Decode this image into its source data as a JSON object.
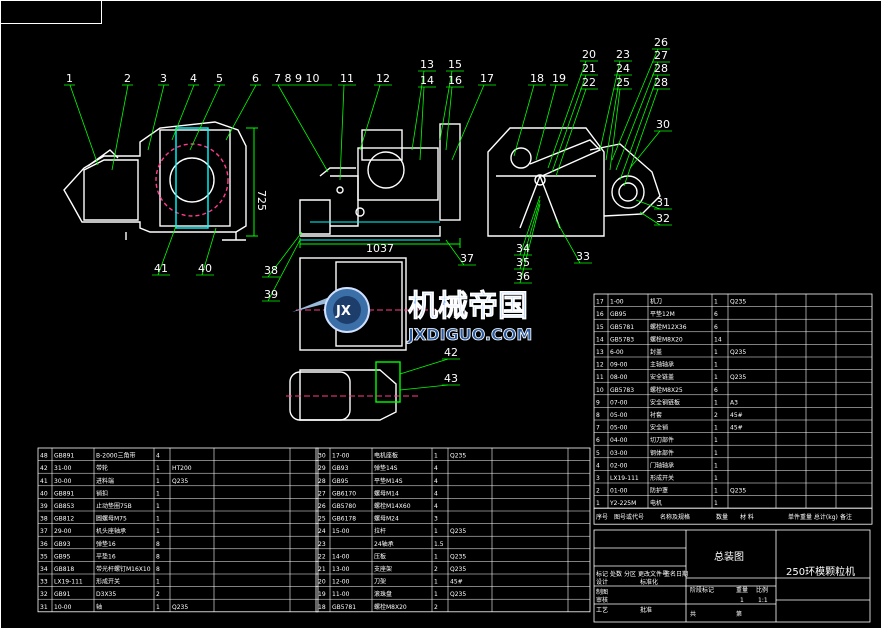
{
  "callouts": {
    "c1": "1",
    "c2": "2",
    "c3": "3",
    "c4": "4",
    "c5": "5",
    "c6": "6",
    "c7": "7 8 9 10",
    "c11": "11",
    "c12": "12",
    "c13": "13",
    "c14": "14",
    "c15": "15",
    "c16": "16",
    "c17": "17",
    "c18": "18",
    "c19": "19",
    "c20": "20",
    "c21": "21",
    "c22": "22",
    "c23": "23",
    "c24": "24",
    "c25": "25",
    "c26": "26",
    "c27": "27",
    "c28": "28",
    "c28b": "28",
    "c30": "30",
    "c31": "31",
    "c32": "32",
    "c33": "33",
    "c34": "34",
    "c35": "35",
    "c36": "36",
    "c37": "37",
    "c38": "38",
    "c39": "39",
    "c40": "40",
    "c41": "41",
    "c42": "42",
    "c43": "43"
  },
  "dimensions": {
    "height": "725",
    "width": "1037"
  },
  "watermark": {
    "title": "机械帝国",
    "url": "JXDIGUO.COM",
    "logo_letters": "JX"
  },
  "bom_left": [
    {
      "no": "48",
      "code": "GB891",
      "name": "B-2000三角带",
      "qty": "4",
      "mat": ""
    },
    {
      "no": "42",
      "code": "31-00",
      "name": "带轮",
      "qty": "1",
      "mat": "HT200"
    },
    {
      "no": "41",
      "code": "30-00",
      "name": "进料端",
      "qty": "1",
      "mat": "Q235"
    },
    {
      "no": "40",
      "code": "GB891",
      "name": "销扣",
      "qty": "1",
      "mat": ""
    },
    {
      "no": "39",
      "code": "GB853",
      "name": "止动垫圈75B",
      "qty": "1",
      "mat": ""
    },
    {
      "no": "38",
      "code": "GB812",
      "name": "圆螺母M75",
      "qty": "1",
      "mat": ""
    },
    {
      "no": "37",
      "code": "29-00",
      "name": "机头座轴承",
      "qty": "1",
      "mat": ""
    },
    {
      "no": "36",
      "code": "GB93",
      "name": "弹垫16",
      "qty": "8",
      "mat": ""
    },
    {
      "no": "35",
      "code": "GB95",
      "name": "平垫16",
      "qty": "8",
      "mat": ""
    },
    {
      "no": "34",
      "code": "GB818",
      "name": "带光杆螺钉M16X10",
      "qty": "8",
      "mat": ""
    },
    {
      "no": "33",
      "code": "LX19-111",
      "name": "形成开关",
      "qty": "1",
      "mat": ""
    },
    {
      "no": "32",
      "code": "GB91",
      "name": "D3X35",
      "qty": "2",
      "mat": ""
    },
    {
      "no": "31",
      "code": "10-00",
      "name": "轴",
      "qty": "1",
      "mat": "Q235"
    }
  ],
  "bom_mid": [
    {
      "no": "30",
      "code": "17-00",
      "name": "电机座板",
      "qty": "1",
      "mat": "Q235"
    },
    {
      "no": "29",
      "code": "GB93",
      "name": "弹垫14S",
      "qty": "4",
      "mat": ""
    },
    {
      "no": "28",
      "code": "GB95",
      "name": "平垫M14S",
      "qty": "4",
      "mat": ""
    },
    {
      "no": "27",
      "code": "GB6170",
      "name": "螺母M14",
      "qty": "4",
      "mat": ""
    },
    {
      "no": "26",
      "code": "GB5780",
      "name": "螺栓M14X60",
      "qty": "4",
      "mat": ""
    },
    {
      "no": "25",
      "code": "GB6178",
      "name": "螺母M24",
      "qty": "3",
      "mat": ""
    },
    {
      "no": "24",
      "code": "15-00",
      "name": "拉杆",
      "qty": "1",
      "mat": "Q235"
    },
    {
      "no": "23",
      "code": "",
      "name": "24轴承",
      "qty": "1.5",
      "mat": ""
    },
    {
      "no": "22",
      "code": "14-00",
      "name": "压板",
      "qty": "1",
      "mat": "Q235"
    },
    {
      "no": "21",
      "code": "13-00",
      "name": "支座架",
      "qty": "2",
      "mat": "Q235"
    },
    {
      "no": "20",
      "code": "12-00",
      "name": "刀架",
      "qty": "1",
      "mat": "45#"
    },
    {
      "no": "19",
      "code": "11-00",
      "name": "滚珠盘",
      "qty": "1",
      "mat": "Q235"
    },
    {
      "no": "18",
      "code": "GB5781",
      "name": "螺栓M8X20",
      "qty": "2",
      "mat": ""
    }
  ],
  "bom_right": [
    {
      "no": "17",
      "code": "1-00",
      "name": "机刀",
      "qty": "1",
      "mat": "Q235"
    },
    {
      "no": "16",
      "code": "GB95",
      "name": "平垫12M",
      "qty": "6",
      "mat": ""
    },
    {
      "no": "15",
      "code": "GB5781",
      "name": "螺栓M12X36",
      "qty": "6",
      "mat": ""
    },
    {
      "no": "14",
      "code": "GB5783",
      "name": "螺栓M8X20",
      "qty": "14",
      "mat": ""
    },
    {
      "no": "13",
      "code": "6-00",
      "name": "封盖",
      "qty": "1",
      "mat": "Q235"
    },
    {
      "no": "12",
      "code": "09-00",
      "name": "主轴轴承",
      "qty": "1",
      "mat": ""
    },
    {
      "no": "11",
      "code": "08-00",
      "name": "安全链盖",
      "qty": "1",
      "mat": "Q235"
    },
    {
      "no": "10",
      "code": "GB5783",
      "name": "螺栓M8X25",
      "qty": "6",
      "mat": ""
    },
    {
      "no": "9",
      "code": "07-00",
      "name": "安全钢链板",
      "qty": "1",
      "mat": "A3"
    },
    {
      "no": "8",
      "code": "05-00",
      "name": "衬套",
      "qty": "2",
      "mat": "45#"
    },
    {
      "no": "7",
      "code": "05-00",
      "name": "安全销",
      "qty": "1",
      "mat": "45#"
    },
    {
      "no": "6",
      "code": "04-00",
      "name": "切刀部件",
      "qty": "1",
      "mat": ""
    },
    {
      "no": "5",
      "code": "03-00",
      "name": "钢体部件",
      "qty": "1",
      "mat": ""
    },
    {
      "no": "4",
      "code": "02-00",
      "name": "门轴轴承",
      "qty": "1",
      "mat": ""
    },
    {
      "no": "3",
      "code": "LX19-111",
      "name": "形成开关",
      "qty": "1",
      "mat": ""
    },
    {
      "no": "2",
      "code": "01-00",
      "name": "防护罩",
      "qty": "1",
      "mat": "Q235"
    },
    {
      "no": "1",
      "code": "Y2-225M",
      "name": "电机",
      "qty": "1",
      "mat": ""
    }
  ],
  "bom_header": {
    "no": "序号",
    "code": "图号或代号",
    "name": "名称及规格",
    "qty": "数量",
    "mat": "材 料",
    "weight": "单件重量 总计(kg)",
    "note": "备注"
  },
  "title_block": {
    "drawing_name": "总装图",
    "product": "250环模颗粒机",
    "labels": {
      "mark": "标记",
      "count": "处数",
      "zone": "分区",
      "change_doc": "更改文件号",
      "sign": "签名",
      "date": "日期",
      "design": "设计",
      "standard": "标准化",
      "draw": "制图",
      "check": "审核",
      "process": "工艺",
      "approve": "批准",
      "stage": "阶段标记",
      "weight": "重量",
      "scale": "比例",
      "sheet_total": "共",
      "sheet": "第"
    },
    "values": {
      "scale": "1:1",
      "qty": "1"
    }
  }
}
